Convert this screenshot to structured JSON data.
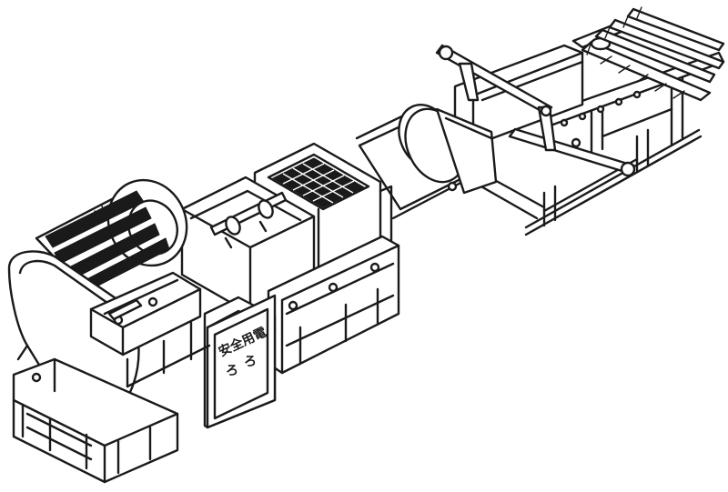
{
  "control_panel": {
    "label": "安全用電",
    "knobs": [
      "ろ",
      "ろ"
    ]
  },
  "colors": {
    "line": "#1a1a1a",
    "background": "#ffffff"
  }
}
